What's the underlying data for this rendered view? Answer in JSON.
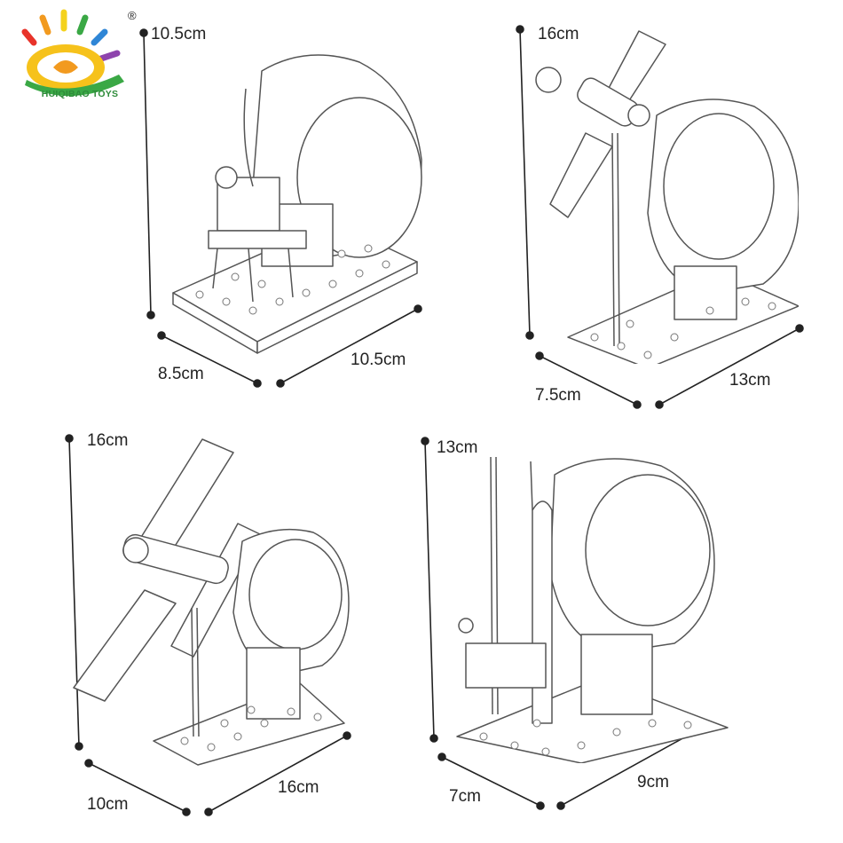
{
  "brand": {
    "name": "HUIQIBAO TOYS",
    "registered_mark": "®"
  },
  "colors": {
    "line": "#222222",
    "outline": "#555555",
    "brand_green": "#2e8b3a"
  },
  "models": [
    {
      "height": "10.5cm",
      "depth": "8.5cm",
      "width": "10.5cm"
    },
    {
      "height": "16cm",
      "depth": "7.5cm",
      "width": "13cm"
    },
    {
      "height": "16cm",
      "depth": "10cm",
      "width": "16cm"
    },
    {
      "height": "13cm",
      "depth": "7cm",
      "width": "9cm"
    }
  ]
}
